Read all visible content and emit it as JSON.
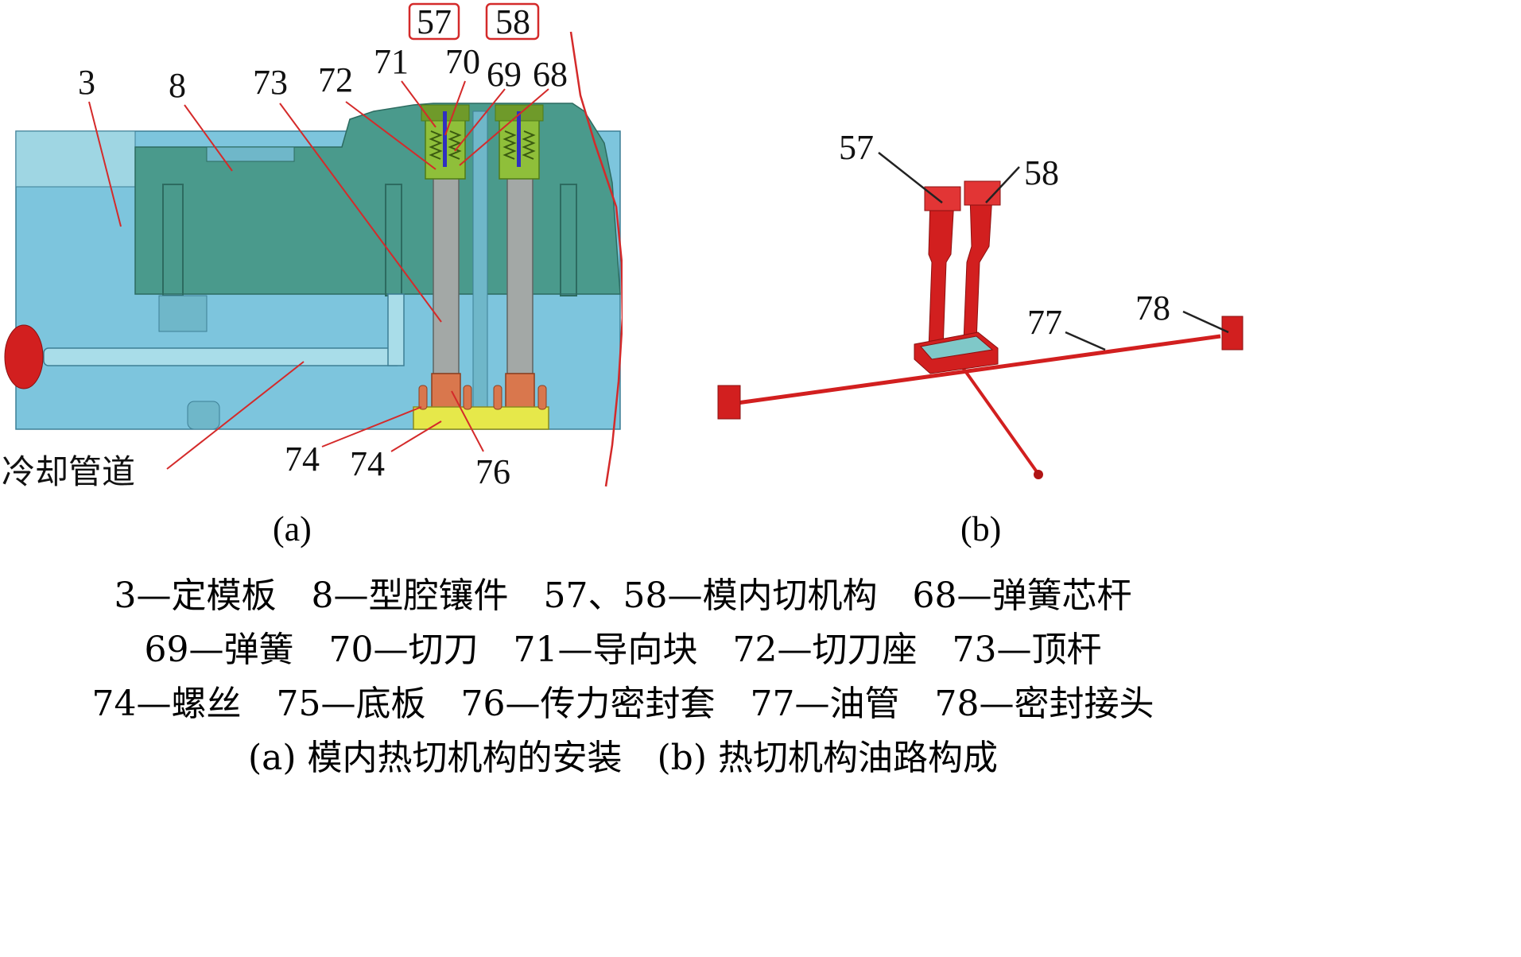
{
  "panel_a": {
    "boxed_labels": [
      "57",
      "58"
    ],
    "labels": {
      "n3": "3",
      "n8": "8",
      "n73": "73",
      "n72": "72",
      "n71": "71",
      "n70": "70",
      "n69": "69",
      "n68": "68",
      "n74a": "74",
      "n74b": "74",
      "n76": "76",
      "cooling": "冷却管道"
    },
    "caption": "(a)"
  },
  "panel_b": {
    "labels": {
      "n57": "57",
      "n58": "58",
      "n77": "77",
      "n78": "78"
    },
    "caption": "(b)"
  },
  "legend": [
    "3—定模板　8—型腔镶件　57、58—模内切机构　68—弹簧芯杆",
    "69—弹簧　70—切刀　71—导向块　72—切刀座　73—顶杆",
    "74—螺丝　75—底板　76—传力密封套　77—油管　78—密封接头"
  ],
  "figure_caption": "(a) 模内热切机构的安装　(b) 热切机构油路构成",
  "colors": {
    "plate_blue": "#7dc5dd",
    "insert_teal": "#4a9a8c",
    "rod_gray": "#a3a8a6",
    "guide_green": "#8fbf3a",
    "seal_orange": "#d9774d",
    "base_yellow": "#e6e84a",
    "assembly_red": "#d21f1f",
    "leader_red": "#d42a2a"
  }
}
